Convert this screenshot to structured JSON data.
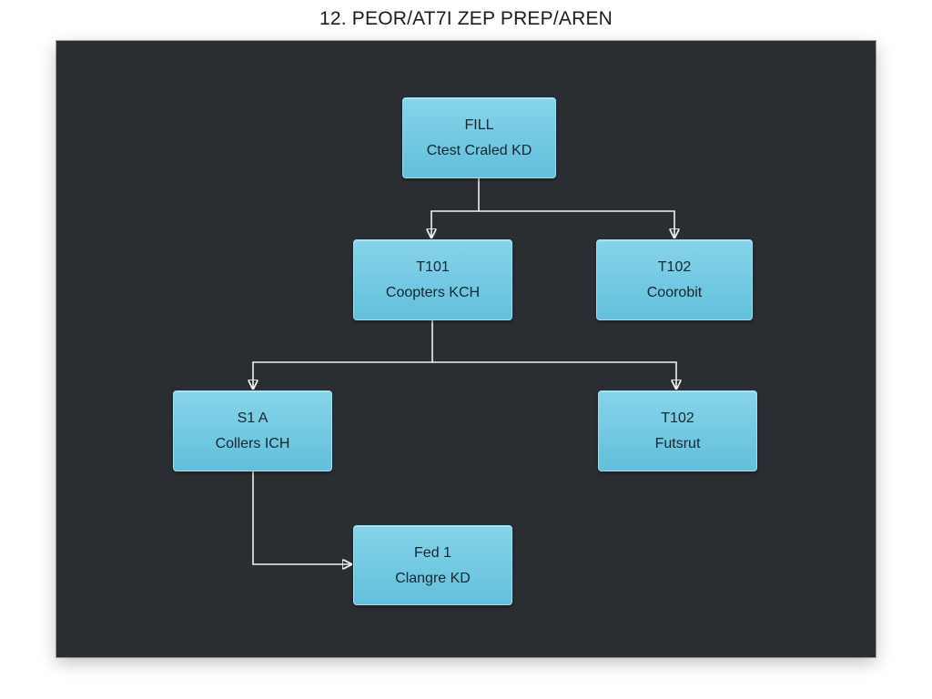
{
  "title": "12. PEOR/AT7I ZEP PREP/AREN",
  "colors": {
    "canvas_background": "#2a2d32",
    "node_fill": "#74cae3",
    "connector": "#f2f2f2",
    "node_text": "#16262f"
  },
  "nodes": [
    {
      "id": "root",
      "code": "FILL",
      "label": "Ctest Craled KD"
    },
    {
      "id": "t101",
      "code": "T101",
      "label": "Coopters KCH"
    },
    {
      "id": "t102a",
      "code": "T102",
      "label": "Coorobit"
    },
    {
      "id": "s1a",
      "code": "S1 A",
      "label": "Collers ICH"
    },
    {
      "id": "t102b",
      "code": "T102",
      "label": "Futsrut"
    },
    {
      "id": "fed1",
      "code": "Fed 1",
      "label": "Clangre KD"
    }
  ],
  "edges": [
    {
      "from": "root",
      "to": "t101"
    },
    {
      "from": "root",
      "to": "t102a"
    },
    {
      "from": "t101",
      "to": "s1a"
    },
    {
      "from": "t101",
      "to": "t102b"
    },
    {
      "from": "s1a",
      "to": "fed1"
    }
  ]
}
